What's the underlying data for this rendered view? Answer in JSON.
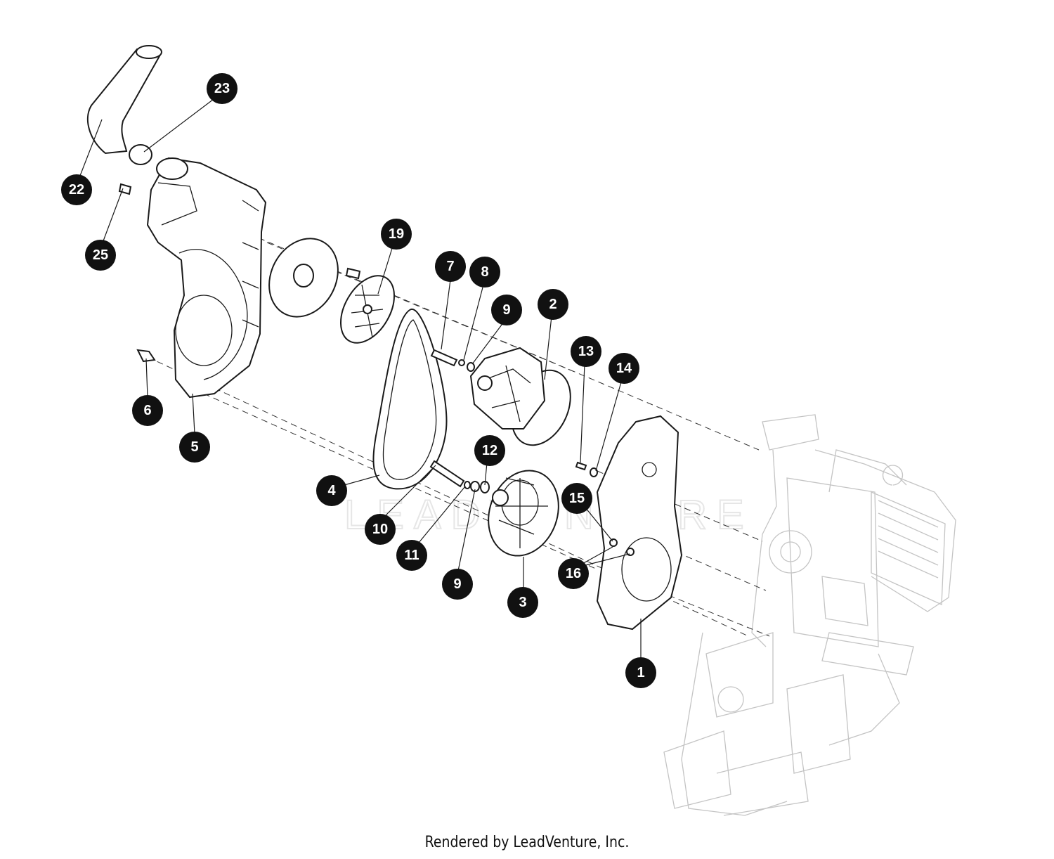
{
  "diagram": {
    "watermark": "LEADVENTURE",
    "callouts": [
      {
        "label": "23"
      },
      {
        "label": "22"
      },
      {
        "label": "25"
      },
      {
        "label": "19"
      },
      {
        "label": "7"
      },
      {
        "label": "8"
      },
      {
        "label": "9"
      },
      {
        "label": "2"
      },
      {
        "label": "13"
      },
      {
        "label": "14"
      },
      {
        "label": "6"
      },
      {
        "label": "5"
      },
      {
        "label": "12"
      },
      {
        "label": "4"
      },
      {
        "label": "15"
      },
      {
        "label": "10"
      },
      {
        "label": "11"
      },
      {
        "label": "16"
      },
      {
        "label": "9"
      },
      {
        "label": "3"
      },
      {
        "label": "1"
      }
    ]
  },
  "footer": {
    "credit": "Rendered by LeadVenture, Inc."
  }
}
